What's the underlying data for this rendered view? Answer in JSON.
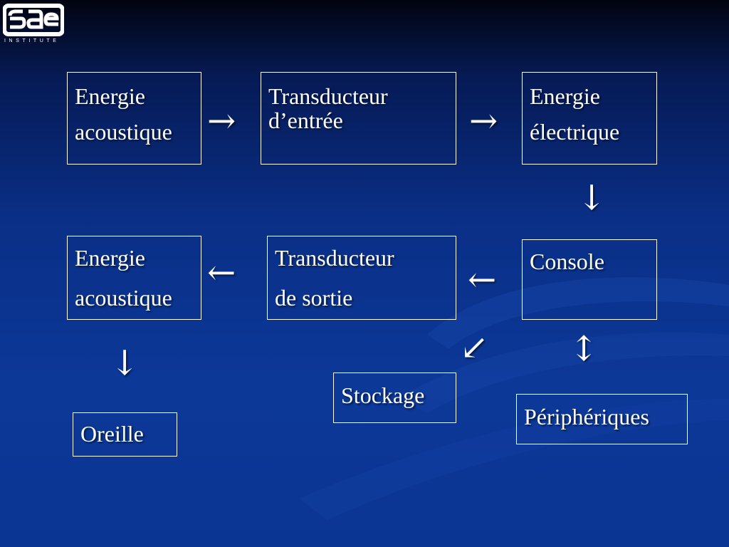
{
  "logo": {
    "brand": "sae",
    "subtitle": "INSTITUTE"
  },
  "diagram": {
    "nodes": {
      "acoustic_in": [
        "Energie",
        "acoustique"
      ],
      "input_transducer": [
        "Transducteur",
        "d’entrée"
      ],
      "electric": [
        "Energie",
        "électrique"
      ],
      "console": [
        "Console"
      ],
      "output_transducer": [
        "Transducteur",
        "de sortie"
      ],
      "acoustic_out": [
        "Energie",
        "acoustique"
      ],
      "ear": [
        "Oreille"
      ],
      "storage": [
        "Stockage"
      ],
      "peripherals": [
        "Périphériques"
      ]
    },
    "arrows": {
      "right": "→",
      "left": "←",
      "down": "↓",
      "down_left": "↙",
      "up_down": "↕"
    }
  },
  "colors": {
    "background_top": "#01030f",
    "background_main": "#0c3898",
    "text": "#ffffff",
    "border": "#ffffff"
  }
}
